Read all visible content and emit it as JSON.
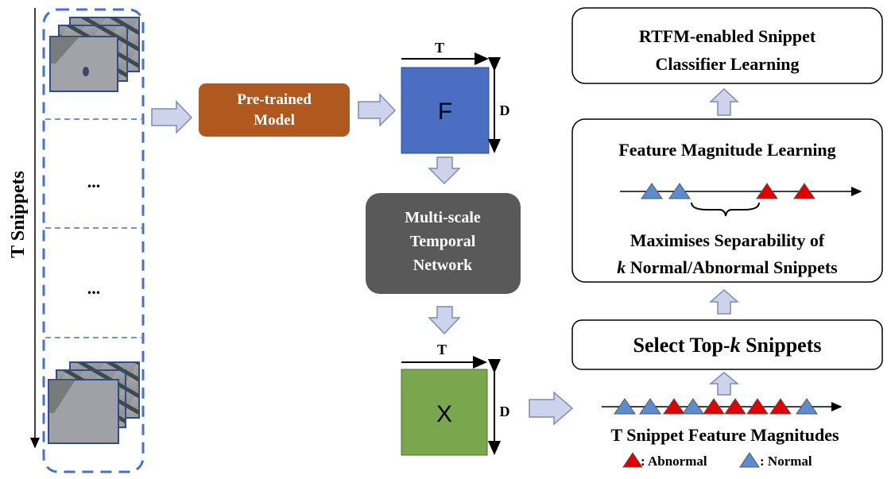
{
  "snippets": {
    "axis_label": "T Snippets",
    "ellipsis_1": "...",
    "ellipsis_2": "..."
  },
  "pretrained": {
    "line1": "Pre-trained",
    "line2": "Model",
    "color": "#b0591e"
  },
  "feature_f": {
    "label": "F",
    "t_label": "T",
    "d_label": "D",
    "color": "#4a6fc2"
  },
  "mtn": {
    "line1": "Multi-scale",
    "line2": "Temporal",
    "line3": "Network",
    "color": "#595959"
  },
  "feature_x": {
    "label": "X",
    "t_label": "T",
    "d_label": "D",
    "color": "#7aa64e"
  },
  "magnitudes": {
    "caption": "T Snippet Feature Magnitudes",
    "sequence": [
      "normal",
      "normal",
      "abnormal",
      "normal",
      "abnormal",
      "abnormal",
      "abnormal",
      "abnormal",
      "normal"
    ],
    "legend": {
      "abnormal": ": Abnormal",
      "normal": ": Normal"
    },
    "abnormal_color": "#e00000",
    "normal_color": "#5b8cd0"
  },
  "select_topk": {
    "prefix": "Select Top-",
    "k": "k",
    "suffix": " Snippets"
  },
  "fml": {
    "title": "Feature Magnitude Learning",
    "sequence": [
      "normal",
      "normal",
      "abnormal",
      "abnormal"
    ],
    "line1": "Maximises Separability of",
    "line2_k": "k",
    "line2_rest": " Normal/Abnormal Snippets"
  },
  "rtfm": {
    "line1": "RTFM-enabled Snippet",
    "line2": "Classifier Learning"
  }
}
